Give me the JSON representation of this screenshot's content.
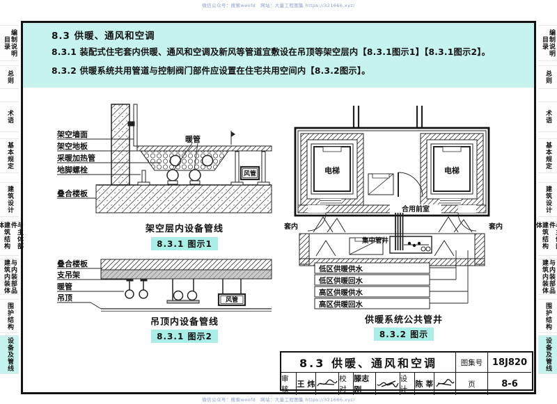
{
  "watermark": {
    "text": "微信公众号：搜索weofd　网站：大量工程图集 https://321666.xyz/"
  },
  "colors": {
    "band": "#c6f3ee",
    "tag": "#a9eee7",
    "wm": "#8a9bd0"
  },
  "sidebar": {
    "tabs": [
      {
        "cols": [
          "目录",
          "编制说明"
        ]
      },
      {
        "cols": [
          "总则"
        ]
      },
      {
        "cols": [
          "术语"
        ]
      },
      {
        "cols": [
          "基本规定"
        ]
      },
      {
        "cols": [
          "建筑设计"
        ]
      },
      {
        "cols": [
          "建筑结构体",
          "与主体部件"
        ]
      },
      {
        "cols": [
          "建筑内装体",
          "与内装部品"
        ]
      },
      {
        "cols": [
          "围护结构"
        ]
      },
      {
        "cols": [
          "设备及管线"
        ]
      }
    ]
  },
  "header": {
    "section_title": "8.3  供暖、通风和空调",
    "clause_831": "8.3.1 装配式住宅套内供暖、通风和空调及新风等管道宜敷设在吊顶等架空层内【8.3.1图示1】【8.3.1图示2】。",
    "clause_832": "8.3.2 供暖系统共用管道与控制阀门部件应设置在住宅共用空间内【8.3.2图示】。"
  },
  "figure1": {
    "labels": {
      "wall": "架空墙面",
      "floor": "架空地板",
      "heating_pipe": "采暖加热管",
      "anchor_bolt": "地脚螺栓",
      "slab": "叠合楼板",
      "warm_pipe": "暖管",
      "air_duct": "风管"
    },
    "caption": "架空层内设备管线",
    "tag": "8.3.1 图示1"
  },
  "figure2": {
    "labels": {
      "slab": "叠合楼板",
      "hanger": "支吊架",
      "warm_pipe": "暖管",
      "ceiling": "吊顶",
      "air_duct": "风管"
    },
    "caption": "吊顶内设备管线",
    "tag": "8.3.1 图示2"
  },
  "figure3": {
    "labels": {
      "elevator": "电梯",
      "lobby": "合用前室",
      "suite": "套内",
      "shaft": "集中管井",
      "pipe1": "低区供暖供水",
      "pipe2": "低区供暖回水",
      "pipe3": "高区供暖供水",
      "pipe4": "高区供暖回水"
    },
    "caption": "供暖系统公共管井",
    "tag": "8.3.2 图示"
  },
  "titleblock": {
    "title": "8.3 供暖、通风和空调",
    "atlas_label": "图集号",
    "atlas_no": "18J820",
    "page_label": "页",
    "page_no": "8-6",
    "review_label": "审核",
    "review_name": "王 炜",
    "proof_label": "校对",
    "proof_name": "滕志刚",
    "design_label": "设计",
    "design_name": "陈 莘"
  }
}
